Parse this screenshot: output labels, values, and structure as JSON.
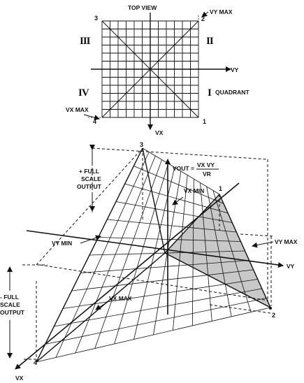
{
  "top_view": {
    "title": "TOP VIEW",
    "vy_max": "VY MAX",
    "vx_max": "VX MAX",
    "axis_y": "VY",
    "axis_x": "VX",
    "quadrant_word": "QUADRANT",
    "quadrants": [
      "I",
      "II",
      "III",
      "IV"
    ],
    "corners": [
      "1",
      "2",
      "3",
      "4"
    ]
  },
  "surface": {
    "formula_lhs": "VOUT =",
    "formula_num": "VX VY",
    "formula_den": "VR",
    "plus_label": [
      "+ FULL",
      "SCALE",
      "OUTPUT"
    ],
    "minus_label": [
      "- FULL",
      "SCALE",
      "OUTPUT"
    ],
    "vx_min": "VX MIN",
    "vy_min": "VY MIN",
    "vy_max": "VY MAX",
    "vx_max": "VX MAX",
    "axis_y": "VY",
    "axis_x": "VX",
    "corners": [
      "1",
      "2",
      "3",
      "4"
    ]
  },
  "colors": {
    "ink": "#111111",
    "shade": "#c8c8c8"
  }
}
